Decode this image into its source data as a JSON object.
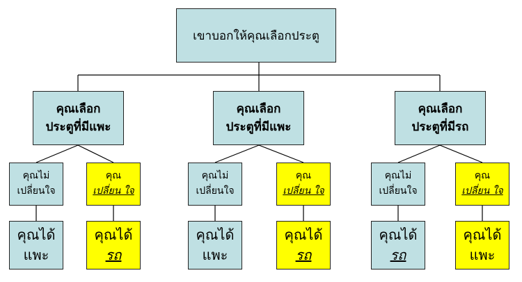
{
  "root": {
    "label": "เขาบอกให้คุณเลือกประตู"
  },
  "branches": [
    {
      "door": [
        "คุณเลือก",
        "ประตูที่มีแพะ"
      ],
      "stay": [
        "คุณไม่",
        "เปลี่ยนใจ"
      ],
      "switch": [
        "คุณ",
        "เปลี่ยน ใจ"
      ],
      "stay_result": [
        "คุณได้",
        "แพะ"
      ],
      "switch_result": [
        "คุณได้",
        "รถ"
      ]
    },
    {
      "door": [
        "คุณเลือก",
        "ประตูที่มีแพะ"
      ],
      "stay": [
        "คุณไม่",
        "เปลี่ยนใจ"
      ],
      "switch": [
        "คุณ",
        "เปลี่ยน ใจ"
      ],
      "stay_result": [
        "คุณได้",
        "แพะ"
      ],
      "switch_result": [
        "คุณได้",
        "รถ"
      ]
    },
    {
      "door": [
        "คุณเลือก",
        "ประตูที่มีรถ"
      ],
      "stay": [
        "คุณไม่",
        "เปลี่ยนใจ"
      ],
      "switch": [
        "คุณ",
        "เปลี่ยน ใจ"
      ],
      "stay_result": [
        "คุณได้",
        "รถ"
      ],
      "switch_result": [
        "คุณได้",
        "แพะ"
      ]
    }
  ],
  "colors": {
    "cyan": "#bfe0e3",
    "yellow": "#ffff00",
    "line": "#000000"
  }
}
